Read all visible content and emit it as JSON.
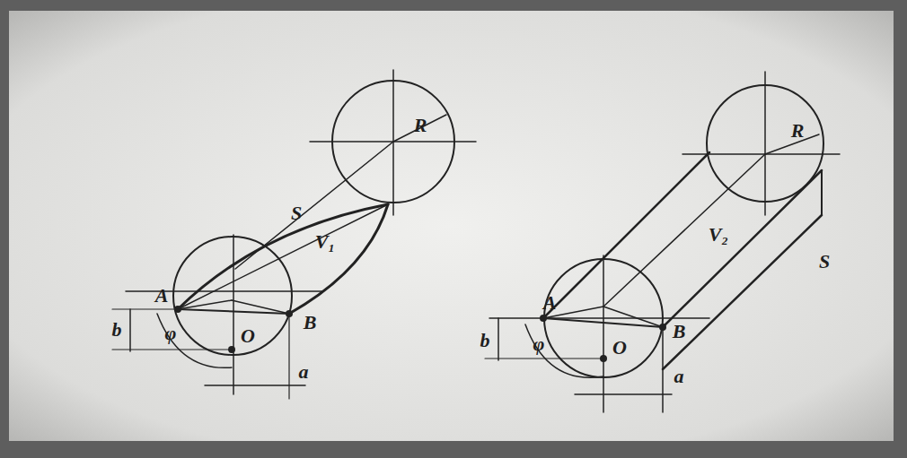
{
  "diagram": {
    "labels": [
      "R",
      "S",
      "V₁",
      "A",
      "B",
      "O",
      "b",
      "φ",
      "a",
      "R",
      "V₂",
      "S",
      "A",
      "B",
      "O",
      "b",
      "φ",
      "a"
    ]
  }
}
